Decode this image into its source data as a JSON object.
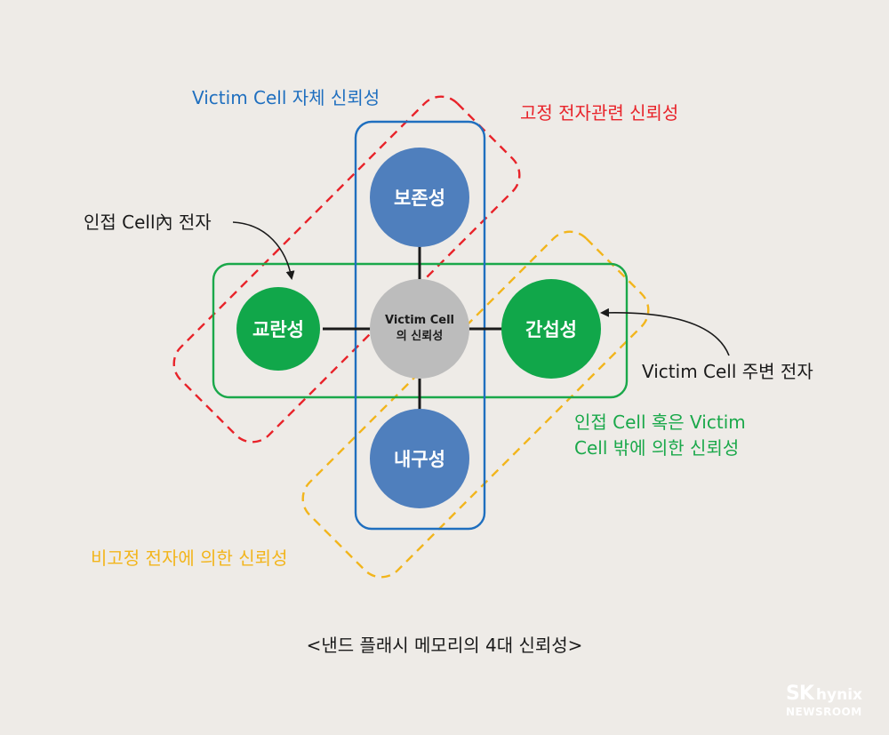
{
  "colors": {
    "background": "#eeebe7",
    "blue": "#1f6fbf",
    "red": "#e8232a",
    "green": "#1aa84a",
    "yellow": "#f2b51c",
    "node_blue": "#4f7fbd",
    "node_green": "#11a74a",
    "node_gray": "#bcbcbc",
    "text_dark": "#1a1a1a"
  },
  "diagram": {
    "nodes": {
      "top": "보존성",
      "left": "교란성",
      "center_line1": "Victim Cell",
      "center_line2": "의 신뢰성",
      "right": "간섭성",
      "bottom": "내구성"
    },
    "labels": {
      "victim_cell_self": "Victim Cell 자체 신뢰성",
      "fixed_charge": "고정 전자관련 신뢰성",
      "adjacent_cell_charge": "인접 Cell內 전자",
      "victim_surrounding": "Victim Cell 주변 전자",
      "adjacent_line1": "인접 Cell 혹은 Victim",
      "adjacent_line2": "Cell 밖에 의한 신뢰성",
      "non_fixed": "비고정 전자에 의한 신뢰성"
    },
    "caption": "<낸드 플래시 메모리의 4대 신뢰성>"
  },
  "logo": {
    "brand": "SK",
    "name": "hynix",
    "sub": "NEWSROOM"
  }
}
